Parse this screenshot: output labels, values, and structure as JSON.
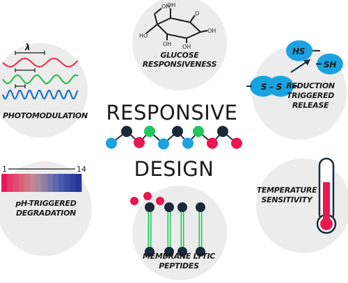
{
  "title": {
    "line1": "RESPONSIVE",
    "line2": "DESIGN"
  },
  "modules": {
    "glucose": {
      "line1": "GLUCOSE",
      "line2": "RESPONSIVENESS"
    },
    "photo": {
      "label": "PHOTOMODULATION",
      "lambda": "λ"
    },
    "reduction": {
      "line1": "REDUCTION",
      "line2": "TRIGGERED",
      "line3": "RELEASE",
      "hs": "HS",
      "sh": "SH",
      "ss": "S – S"
    },
    "ph": {
      "line1": "pH-TRIGGERED",
      "line2": "DEGRADATION",
      "scale_min": "1",
      "scale_max": "14"
    },
    "temperature": {
      "line1": "TEMPERATURE",
      "line2": "SENSITIVITY"
    },
    "membrane": {
      "line1": "MEMBRANE LYTIC",
      "line2": "PEPTIDES"
    }
  },
  "colors": {
    "circle_bg": "#ececec",
    "navy": "#1b2a3a",
    "pink": "#e8184f",
    "green": "#22c55e",
    "blue": "#1e9be0",
    "cyan": "#1aa3e0",
    "red_wave": "#e53950",
    "green_wave": "#2dbd4a",
    "blue_wave": "#1f6fc0"
  },
  "ph_scale": [
    "#e6195a",
    "#e23a66",
    "#de4d6f",
    "#d86078",
    "#cf7585",
    "#c38694",
    "#a8879f",
    "#8f7ea8",
    "#7473aa",
    "#5c67ad",
    "#4558af",
    "#3a4ca6",
    "#2e409d",
    "#253595"
  ]
}
